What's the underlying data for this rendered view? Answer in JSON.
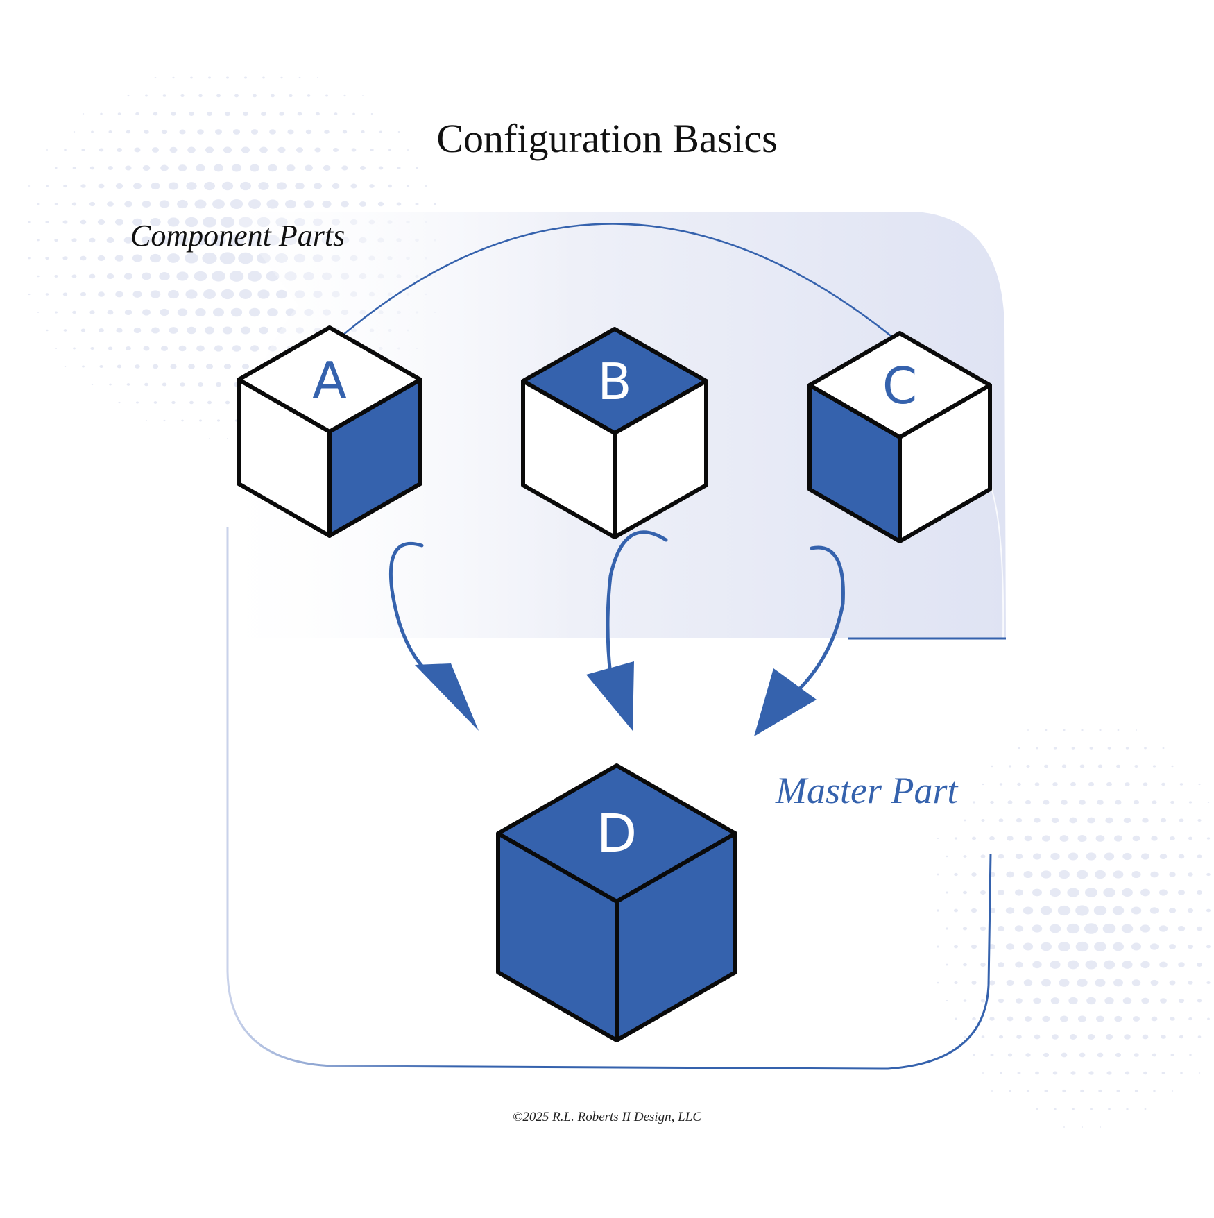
{
  "title": "Configuration Basics",
  "labels": {
    "component_parts": "Component Parts",
    "master_part": "Master Part"
  },
  "footer": {
    "copyright": "©2025 R.L. Roberts II Design, LLC"
  },
  "colors": {
    "accent": "#3562ad",
    "panel": "#dfe3f3",
    "outline": "#0a0a0a",
    "face_white": "#ffffff"
  },
  "cubes": [
    {
      "id": "A",
      "letter": "A",
      "role": "component",
      "shaded_face": "right",
      "letter_color": "#3562ad"
    },
    {
      "id": "B",
      "letter": "B",
      "role": "component",
      "shaded_face": "top",
      "letter_color": "#ffffff"
    },
    {
      "id": "C",
      "letter": "C",
      "role": "component",
      "shaded_face": "left",
      "letter_color": "#3562ad"
    },
    {
      "id": "D",
      "letter": "D",
      "role": "master",
      "shaded_face": "all",
      "letter_color": "#ffffff"
    }
  ],
  "flows": [
    {
      "from": "A",
      "to": "D"
    },
    {
      "from": "B",
      "to": "D"
    },
    {
      "from": "C",
      "to": "D"
    }
  ]
}
